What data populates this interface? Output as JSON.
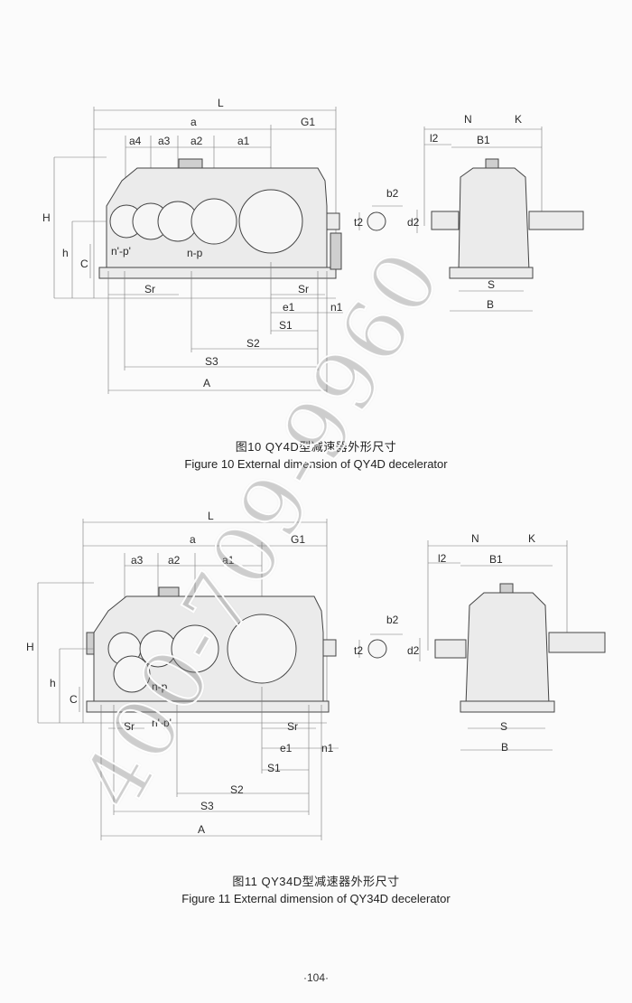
{
  "figure10": {
    "caption_zh": "图10 QY4D型减速器外形尺寸",
    "caption_en": "Figure 10 External dimension of QY4D decelerator",
    "labels": {
      "L": "L",
      "a": "a",
      "G1": "G1",
      "a4": "a4",
      "a3": "a3",
      "a2": "a2",
      "a1": "a1",
      "H": "H",
      "h": "h",
      "C": "C",
      "np_prime": "n'-p'",
      "np": "n-p",
      "Sr_left": "Sr",
      "Sr_right": "Sr",
      "e1": "e1",
      "n1": "n1",
      "S1": "S1",
      "S2": "S2",
      "S3": "S3",
      "A": "A",
      "b2": "b2",
      "t2": "t2",
      "d2": "d2",
      "N": "N",
      "K": "K",
      "l2": "l2",
      "B1": "B1",
      "S": "S",
      "B": "B"
    }
  },
  "figure11": {
    "caption_zh": "图11 QY34D型减速器外形尺寸",
    "caption_en": "Figure 11 External dimension of QY34D decelerator",
    "labels": {
      "L": "L",
      "a": "a",
      "G1": "G1",
      "a3": "a3",
      "a2": "a2",
      "a1": "a1",
      "H": "H",
      "h": "h",
      "C": "C",
      "np": "n-p",
      "np_prime": "n'-p'",
      "Sr_left": "Sr",
      "Sr_right": "Sr",
      "e1": "e1",
      "n1": "n1",
      "S1": "S1",
      "S2": "S2",
      "S3": "S3",
      "A": "A",
      "b2": "b2",
      "t2": "t2",
      "d2": "d2",
      "N": "N",
      "K": "K",
      "l2": "l2",
      "B1": "B1",
      "S": "S",
      "B": "B"
    }
  },
  "watermark": "400-709-9960",
  "page_number": "·104·"
}
